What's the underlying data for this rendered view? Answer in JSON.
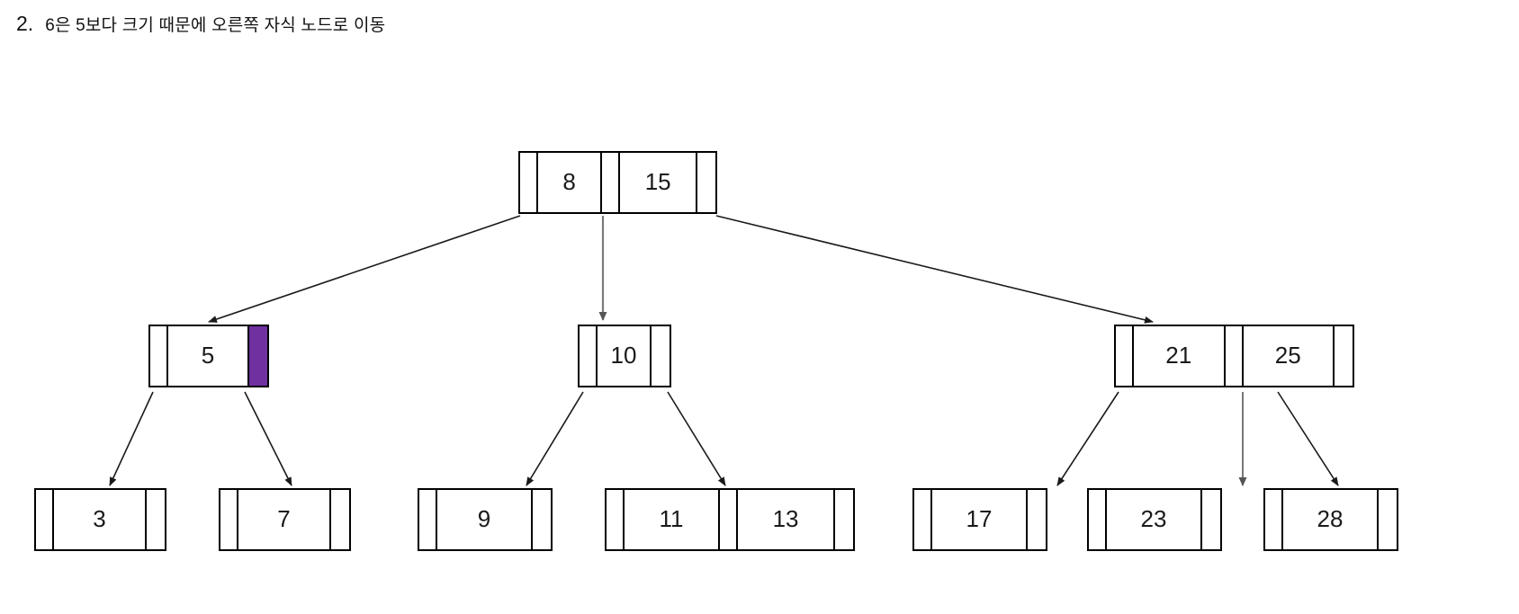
{
  "caption": {
    "number": "2.",
    "text": "6은 5보다 크기 때문에 오른쪽 자식 노드로 이동"
  },
  "colors": {
    "highlight_purple": "#7030A0",
    "node_border": "#000000",
    "edge_black": "#1a1a1a",
    "edge_gray": "#808080",
    "background": "#FFFFFF"
  },
  "tree": {
    "root": {
      "label": "root-node",
      "keys": [
        "8",
        "15"
      ],
      "pointers": 3,
      "highlighted_pointer": null
    },
    "level2": [
      {
        "label": "node-5",
        "keys": [
          "5"
        ],
        "pointers": 2,
        "highlighted_pointer": 1
      },
      {
        "label": "node-10",
        "keys": [
          "10"
        ],
        "pointers": 2,
        "highlighted_pointer": null
      },
      {
        "label": "node-21-25",
        "keys": [
          "21",
          "25"
        ],
        "pointers": 3,
        "highlighted_pointer": null
      }
    ],
    "leaves": [
      {
        "label": "leaf-3",
        "keys": [
          "3"
        ],
        "pointers": 2,
        "highlighted_pointer": null
      },
      {
        "label": "leaf-7",
        "keys": [
          "7"
        ],
        "pointers": 2,
        "highlighted_pointer": null
      },
      {
        "label": "leaf-9",
        "keys": [
          "9"
        ],
        "pointers": 2,
        "highlighted_pointer": null
      },
      {
        "label": "leaf-11-13",
        "keys": [
          "11",
          "13"
        ],
        "pointers": 3,
        "highlighted_pointer": null
      },
      {
        "label": "leaf-17",
        "keys": [
          "17"
        ],
        "pointers": 2,
        "highlighted_pointer": null
      },
      {
        "label": "leaf-23",
        "keys": [
          "23"
        ],
        "pointers": 2,
        "highlighted_pointer": null
      },
      {
        "label": "leaf-28",
        "keys": [
          "28"
        ],
        "pointers": 2,
        "highlighted_pointer": null
      }
    ]
  },
  "nodes": {
    "root": {
      "key0": "8",
      "key1": "15"
    },
    "n5": {
      "key0": "5"
    },
    "n10": {
      "key0": "10"
    },
    "n21": {
      "key0": "21",
      "key1": "25"
    },
    "l3": {
      "key0": "3"
    },
    "l7": {
      "key0": "7"
    },
    "l9": {
      "key0": "9"
    },
    "l11": {
      "key0": "11",
      "key1": "13"
    },
    "l17": {
      "key0": "17"
    },
    "l23": {
      "key0": "23"
    },
    "l28": {
      "key0": "28"
    }
  }
}
